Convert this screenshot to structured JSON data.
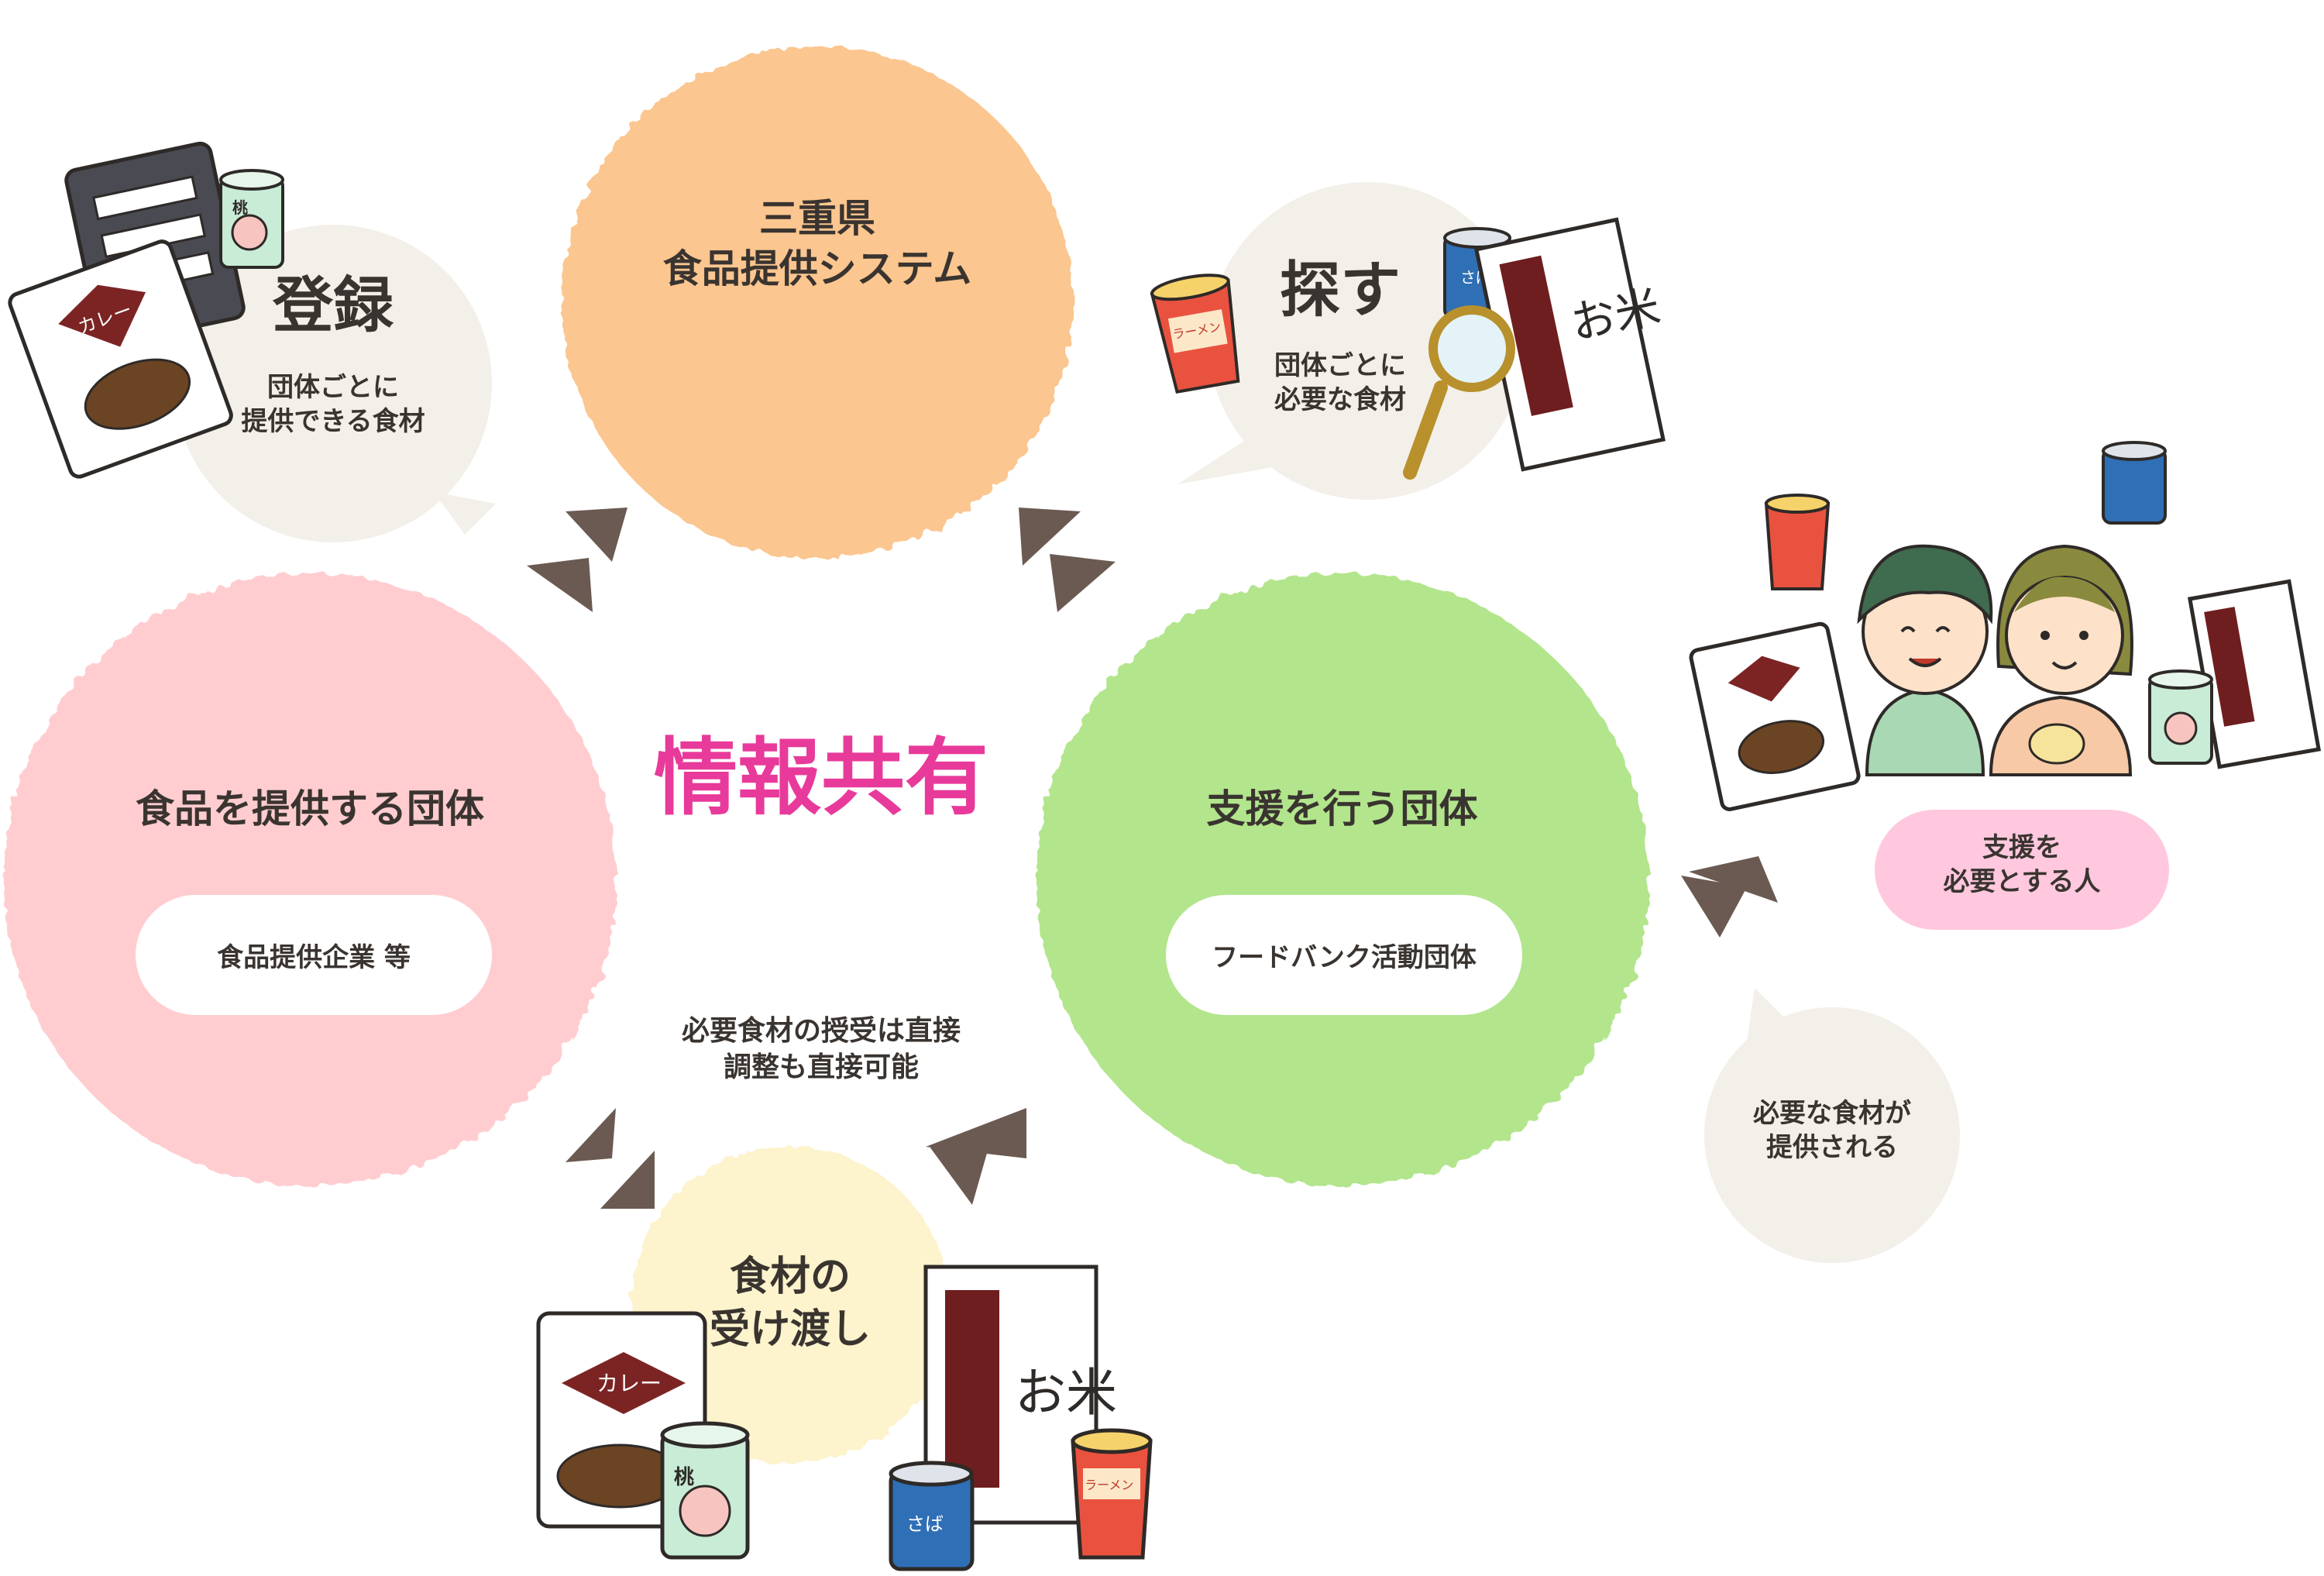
{
  "center": {
    "title": "情報共有",
    "color": "#e83a9a"
  },
  "system": {
    "line1": "三重県",
    "line2": "食品提供システム",
    "color": "#fbc68f"
  },
  "register": {
    "title": "登録",
    "line1": "団体ごとに",
    "line2": "提供できる食材"
  },
  "search": {
    "title": "探す",
    "line1": "団体ごとに",
    "line2": "必要な食材"
  },
  "provider": {
    "title": "食品を提供する団体",
    "pill": "食品提供企業 等",
    "color": "#ffcdd0"
  },
  "supporter": {
    "title": "支援を行う団体",
    "pill": "フードバンク活動団体",
    "color": "#b2e58c"
  },
  "exchange": {
    "line1": "必要食材の授受は直接",
    "line2": "調整も直接可能"
  },
  "handover": {
    "line1": "食材の",
    "line2": "受け渡し",
    "color": "#fdf3cc"
  },
  "provided": {
    "line1": "必要な食材が",
    "line2": "提供される"
  },
  "recipient": {
    "line1": "支援を",
    "line2": "必要とする人",
    "color": "#ffc8de"
  },
  "labels": {
    "curry": "カレー",
    "peach": "桃",
    "ramen": "ラーメン",
    "saba": "さば",
    "rice": "お米"
  }
}
